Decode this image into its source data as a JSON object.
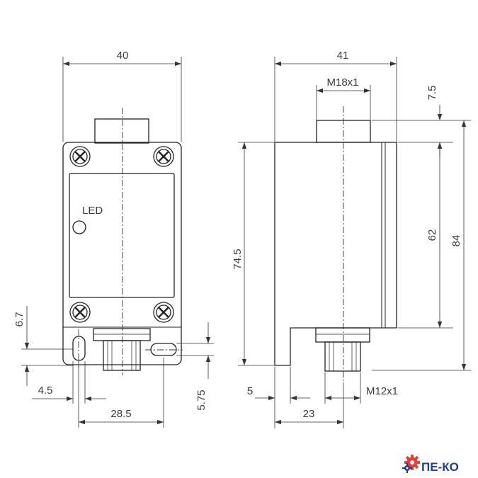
{
  "front_view": {
    "width_label": "40",
    "led_label": "LED",
    "hole_spacing_label": "28.5",
    "hole_offset_label": "4.5",
    "bottom_height_label": "6.7",
    "hole_dim_label": "5.75"
  },
  "side_view": {
    "width_label": "41",
    "thread_top_label": "M18x1",
    "top_offset_label": "7.5",
    "height_label": "74.5",
    "inner_height_label": "62",
    "total_height_label": "84",
    "foot_label": "5",
    "connector_offset_label": "23",
    "connector_thread_label": "M12x1"
  },
  "logo": {
    "text": "ПЕ-КО",
    "gear_color": "#e0413a",
    "text_color": "#1f3e8c"
  }
}
